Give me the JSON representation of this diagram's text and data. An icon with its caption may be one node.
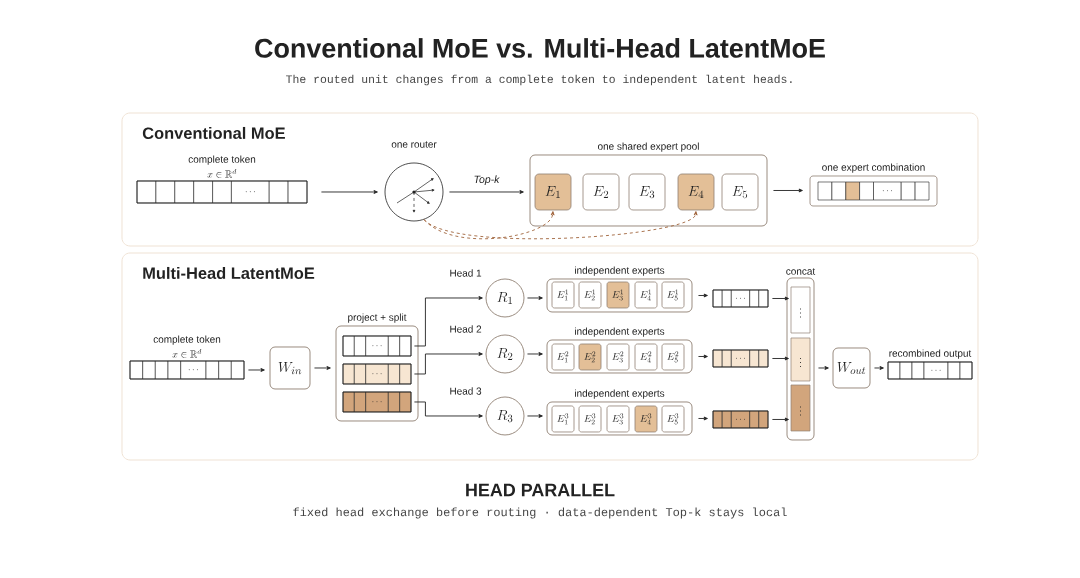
{
  "diagram": {
    "title": "Conventional MoE vs. Multi-Head LatentMoE",
    "nodes": [
      {
        "text": [
          "Conventional MoE"
        ]
      },
      {
        "text": [
          "\\cdots"
        ],
        "in": 0,
        "beside": [
          "complete token",
          "x \\in \\mathbb{R}^d"
        ]
      },
      {
        "text": [],
        "shape": "circle",
        "in": 0,
        "beside": [
          "one router"
        ]
      },
      {
        "text": [
          "one shared expert pool"
        ],
        "in": 0
      },
      {
        "text": [
          "E_1"
        ],
        "in": 3
      },
      {
        "text": [
          "E_2"
        ],
        "in": 3
      },
      {
        "text": [
          "E_3"
        ],
        "in": 3
      },
      {
        "text": [
          "E_4"
        ],
        "in": 3
      },
      {
        "text": [
          "E_5"
        ],
        "in": 3
      },
      {
        "text": [
          "\\cdots"
        ],
        "in": 0,
        "beside": [
          "one expert combination"
        ]
      },
      {
        "text": [
          "Multi-Head LatentMoE"
        ]
      },
      {
        "text": [
          "\\cdots"
        ],
        "in": 10,
        "beside": [
          "complete token",
          "x \\in \\mathbb{R}^d"
        ]
      },
      {
        "text": [
          "W_{in}"
        ],
        "in": 10
      },
      {
        "text": [
          "project + split"
        ],
        "in": 10
      },
      {
        "text": [
          "\\cdots"
        ],
        "in": 13
      },
      {
        "text": [
          "\\cdots"
        ],
        "in": 13
      },
      {
        "text": [
          "\\cdots"
        ],
        "in": 13
      },
      {
        "text": [
          "R_1"
        ],
        "in": 10
      },
      {
        "text": [
          "R_2"
        ],
        "in": 10
      },
      {
        "text": [
          "R_3"
        ],
        "in": 10
      },
      {
        "text": [
          "independent experts"
        ],
        "in": 10
      },
      {
        "text": [
          "E^1_1"
        ],
        "in": 20
      },
      {
        "text": [
          "E^1_2"
        ],
        "in": 20
      },
      {
        "text": [
          "E^1_3"
        ],
        "in": 20
      },
      {
        "text": [
          "E^1_4"
        ],
        "in": 20
      },
      {
        "text": [
          "E^1_5"
        ],
        "in": 20
      },
      {
        "text": [
          "independent experts"
        ],
        "in": 10
      },
      {
        "text": [
          "E^2_1"
        ],
        "in": 26
      },
      {
        "text": [
          "E^2_2"
        ],
        "in": 26
      },
      {
        "text": [
          "E^2_3"
        ],
        "in": 26
      },
      {
        "text": [
          "E^2_4"
        ],
        "in": 26
      },
      {
        "text": [
          "E^2_5"
        ],
        "in": 26
      },
      {
        "text": [
          "independent experts"
        ],
        "in": 10
      },
      {
        "text": [
          "E^3_1"
        ],
        "in": 32
      },
      {
        "text": [
          "E^3_2"
        ],
        "in": 32
      },
      {
        "text": [
          "E^3_3"
        ],
        "in": 32
      },
      {
        "text": [
          "E^3_4"
        ],
        "in": 32
      },
      {
        "text": [
          "E^3_5"
        ],
        "in": 32
      },
      {
        "text": [
          "\\cdots"
        ],
        "in": 10
      },
      {
        "text": [
          "\\cdots"
        ],
        "in": 10
      },
      {
        "text": [
          "\\cdots"
        ],
        "in": 10
      },
      {
        "text": [
          "concat"
        ],
        "in": 10
      },
      {
        "text": [
          "\\vdots"
        ],
        "in": 41
      },
      {
        "text": [
          "\\vdots"
        ],
        "in": 41
      },
      {
        "text": [
          "\\vdots"
        ],
        "in": 41
      },
      {
        "text": [
          "W_{out}"
        ],
        "in": 10
      },
      {
        "text": [
          "\\cdots"
        ],
        "in": 10,
        "beside": [
          "recombined output"
        ]
      }
    ],
    "edges": [
      {
        "from": 1,
        "to": 2,
        "arrow": "to"
      },
      {
        "from": 2,
        "to": 3,
        "arrow": "to",
        "label": "Top-k"
      },
      {
        "from": 2,
        "to": 4,
        "arrow": "to",
        "style": "dashed",
        "color": "#a0643c"
      },
      {
        "from": 2,
        "to": 7,
        "arrow": "to",
        "style": "dashed",
        "color": "#a0643c"
      },
      {
        "from": 3,
        "to": 9,
        "arrow": "to"
      },
      {
        "from": 11,
        "to": 12,
        "arrow": "to"
      },
      {
        "from": 12,
        "to": 13,
        "arrow": "to"
      },
      {
        "from": 14,
        "to": 17,
        "arrow": "to",
        "label": "Head 1"
      },
      {
        "from": 15,
        "to": 18,
        "arrow": "to",
        "label": "Head 2"
      },
      {
        "from": 16,
        "to": 19,
        "arrow": "to",
        "label": "Head 3"
      },
      {
        "from": 17,
        "to": 20,
        "arrow": "to"
      },
      {
        "from": 18,
        "to": 26,
        "arrow": "to"
      },
      {
        "from": 19,
        "to": 32,
        "arrow": "to"
      },
      {
        "from": 20,
        "to": 38,
        "arrow": "to"
      },
      {
        "from": 26,
        "to": 39,
        "arrow": "to"
      },
      {
        "from": 32,
        "to": 40,
        "arrow": "to"
      },
      {
        "from": 38,
        "to": 42,
        "arrow": "to"
      },
      {
        "from": 39,
        "to": 43,
        "arrow": "to"
      },
      {
        "from": 40,
        "to": 44,
        "arrow": "to"
      },
      {
        "from": 41,
        "to": 45,
        "arrow": "to"
      },
      {
        "from": 45,
        "to": 46,
        "arrow": "to"
      }
    ],
    "labels": [
      "The routed unit changes from a complete token to independent latent heads.",
      "HEAD PARALLEL",
      "fixed head exchange before routing · data-dependent Top-k stays local"
    ]
  }
}
